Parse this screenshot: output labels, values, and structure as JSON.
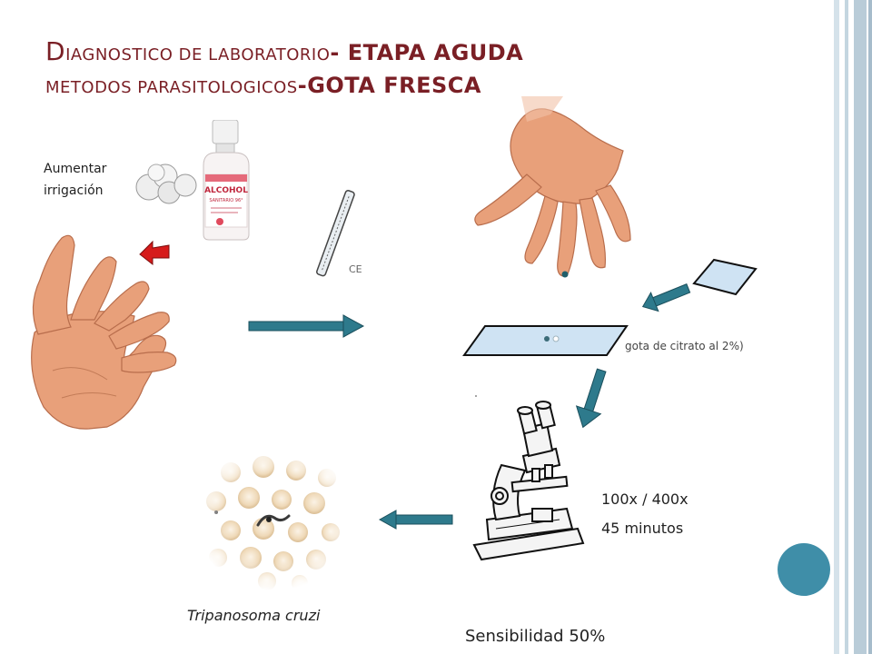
{
  "title": {
    "line1_first_letter": "D",
    "line1_smallcaps": "IAGNOSTICO DE LABORATORIO",
    "line1_bold": "- ETAPA AGUDA",
    "line2_smallcaps": "METODOS PARASITOLOGICOS",
    "line2_bold": "-GOTA FRESCA"
  },
  "labels": {
    "aumentar": "Aumentar",
    "irrigacion": "irrigación",
    "alcohol": "ALCOHOL",
    "alcohol_sub": "SANITARIO 96°",
    "ce_mark": "CE",
    "gota": "gota de citrato al 2%)",
    "magnification": "100x / 400x",
    "minutes": "45 minutos",
    "organism": "Tripanosoma cruzi",
    "sensitivity": "Sensibilidad 50%"
  },
  "colors": {
    "title": "#7a1f25",
    "arrow": "#2e7a8c",
    "slide": "#cfe3f3",
    "skin": "#e8a07a",
    "accent_circle": "#3f8ea8",
    "side_bar": "#b9ccd8",
    "red_arrow": "#d61b1b"
  }
}
